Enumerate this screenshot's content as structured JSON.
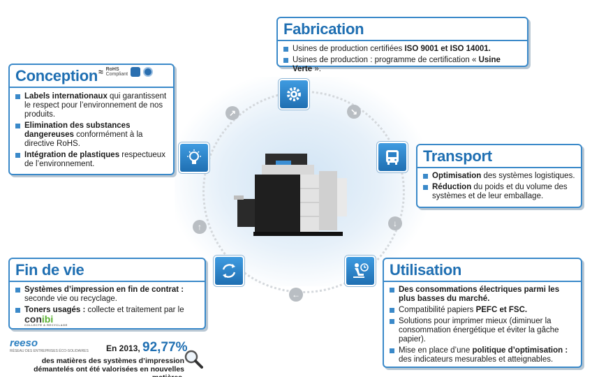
{
  "fabrication": {
    "title": "Fabrication",
    "items": [
      {
        "pre": "Usines de production certifiées ",
        "bold": "ISO 9001 et ISO 14001.",
        "post": ""
      },
      {
        "pre": "Usines de production : programme de certification « ",
        "bold": "Usine Verte",
        "post": " »."
      }
    ]
  },
  "conception": {
    "title": "Conception",
    "labels": {
      "rohs_top": "RoHS",
      "rohs_bottom": "Compliant"
    },
    "items": [
      {
        "bold": "Labels internationaux",
        "post": " qui garantissent le respect pour l’environnement de nos produits."
      },
      {
        "bold": "Elimination des substances dangereuses",
        "post": " conformément à la directive RoHS."
      },
      {
        "bold": "Intégration de plastiques",
        "post": " respectueux de l’environnement."
      }
    ]
  },
  "transport": {
    "title": "Transport",
    "items": [
      {
        "bold": "Optimisation",
        "post": " des systèmes logistiques."
      },
      {
        "bold": "Réduction",
        "post": " du poids et du volume des systèmes et de leur emballage."
      }
    ]
  },
  "utilisation": {
    "title": "Utilisation",
    "items": [
      {
        "bold": "Des consommations électriques parmi les plus basses du marché.",
        "post": ""
      },
      {
        "pre": "Compatibilité papiers ",
        "bold": "PEFC et FSC.",
        "post": ""
      },
      {
        "pre": "Solutions pour imprimer mieux (diminuer la consommation énergétique et éviter la gâche papier).",
        "bold": "",
        "post": ""
      },
      {
        "pre": "Mise en place d’une ",
        "bold": "politique d’optimisation :",
        "post": " des indicateurs mesurables et atteignables."
      }
    ]
  },
  "fin_de_vie": {
    "title": "Fin de vie",
    "items": [
      {
        "bold": "Systèmes d’impression en fin de contrat :",
        "post": " seconde vie ou recyclage."
      },
      {
        "bold": "Toners usagés :",
        "post": " collecte et traitement par le "
      }
    ],
    "partner_logo": {
      "name": "conibi",
      "prefix": "con",
      "suffix": "ibi",
      "tagline": "COLLECTE & RECYCLAGE"
    }
  },
  "stat": {
    "logo": "reeso",
    "logo_tagline": "RÉSEAU DES ENTREPRISES ÉCO-SOLIDAIRES",
    "prefix": "En 2013, ",
    "value": "92,77%",
    "caption": "des matières des systèmes d’impression démantelés ont été valorisées en nouvelles matières."
  },
  "colors": {
    "accent": "#1f6fb2",
    "border": "#3a89c9",
    "eco_green": "#58b030"
  },
  "icons": [
    "gear-icon",
    "bus-icon",
    "person-clock-icon",
    "recycle-icon",
    "lightbulb-icon",
    "magnifier-icon"
  ]
}
